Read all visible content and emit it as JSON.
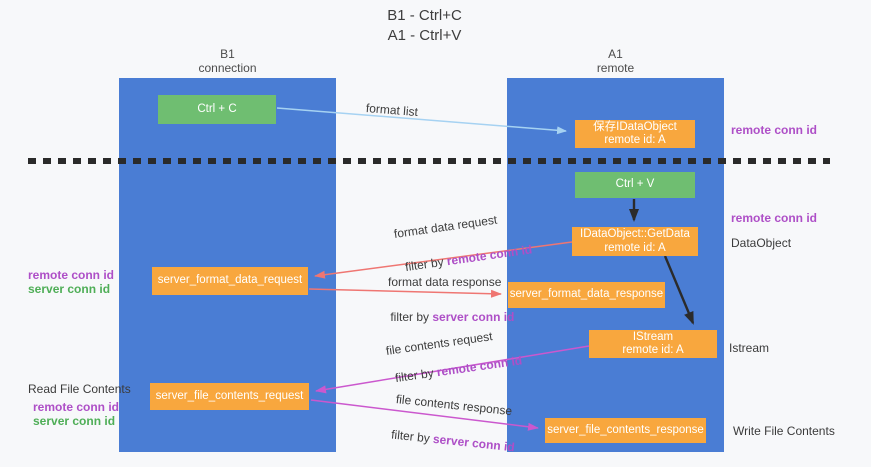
{
  "title": {
    "line1": "B1 - Ctrl+C",
    "line2": "A1 - Ctrl+V"
  },
  "lifelines": {
    "left": {
      "name": "B1",
      "sub": "connection"
    },
    "right": {
      "name": "A1",
      "sub": "remote"
    }
  },
  "nodes": {
    "ctrl_c": "Ctrl + C",
    "ctrl_v": "Ctrl + V",
    "save_dataobject": {
      "line1": "保存IDataObject",
      "line2": "remote id: A"
    },
    "getdata": {
      "line1": "IDataObject::GetData",
      "line2": "remote id: A"
    },
    "istream": {
      "line1": "IStream",
      "line2": "remote id: A"
    },
    "format_request": "server_format_data_request",
    "format_response": "server_format_data_response",
    "file_request": "server_file_contents_request",
    "file_response": "server_file_contents_response"
  },
  "messages": {
    "format_list": "format list",
    "format_data_request": {
      "label": "format data request",
      "filter_prefix": "filter by ",
      "filter_key": "remote conn id"
    },
    "format_data_response": {
      "label": "format data response",
      "filter_prefix": "filter by ",
      "filter_key": "server conn id"
    },
    "file_contents_request": {
      "label": "file contents request",
      "filter_prefix": "filter by ",
      "filter_key": "remote conn id"
    },
    "file_contents_response": {
      "label": "file contents response",
      "filter_prefix": "filter by ",
      "filter_key": "server conn id"
    }
  },
  "side_labels": {
    "right_remote_conn_top": "remote conn id",
    "right_remote_conn_mid": "remote conn id",
    "right_dataobject": "DataObject",
    "right_istream": "Istream",
    "right_write_file": "Write File Contents",
    "left_remote_conn_mid": "remote conn id",
    "left_server_conn_mid": "server conn id",
    "left_read_file": "Read File Contents",
    "left_remote_conn_bottom": "remote conn id",
    "left_server_conn_bottom": "server conn id"
  },
  "colors": {
    "lifeline_blue": "#4a7dd4",
    "node_green": "#6fbe71",
    "node_orange": "#f8a73e",
    "arrow_light_blue": "#a6d2f2",
    "arrow_salmon": "#ef7672",
    "arrow_magenta": "#cb58ce",
    "arrow_black": "#2b2b2b",
    "dashed_line": "#2a2a2a",
    "text_purple": "#ae4fc7",
    "text_green": "#4fae57"
  }
}
